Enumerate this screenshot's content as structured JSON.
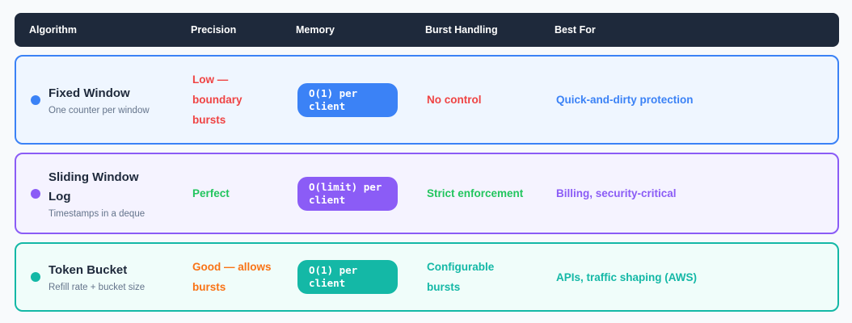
{
  "header": {
    "algorithm": "Algorithm",
    "precision": "Precision",
    "memory": "Memory",
    "burst": "Burst Handling",
    "best_for": "Best For"
  },
  "rows": [
    {
      "name": "Fixed Window",
      "subtitle": "One counter per window",
      "precision": "Low — boundary bursts",
      "memory": "O(1) per client",
      "burst": "No control",
      "best_for": "Quick-and-dirty protection",
      "colors": {
        "accent": "#3b82f6",
        "border": "#3b82f6",
        "background": "#eff6ff",
        "precision": "#ef4444",
        "burst": "#ef4444",
        "best_for": "#3b82f6"
      }
    },
    {
      "name": "Sliding Window Log",
      "subtitle": "Timestamps in a deque",
      "precision": "Perfect",
      "memory": "O(limit) per client",
      "burst": "Strict enforcement",
      "best_for": "Billing, security-critical",
      "colors": {
        "accent": "#8b5cf6",
        "border": "#8b5cf6",
        "background": "#f5f3ff",
        "precision": "#22c55e",
        "burst": "#22c55e",
        "best_for": "#8b5cf6"
      }
    },
    {
      "name": "Token Bucket",
      "subtitle": "Refill rate + bucket size",
      "precision": "Good — allows bursts",
      "memory": "O(1) per client",
      "burst": "Configurable bursts",
      "best_for": "APIs, traffic shaping (AWS)",
      "colors": {
        "accent": "#14b8a6",
        "border": "#14b8a6",
        "background": "#f0fdfa",
        "precision": "#f97316",
        "burst": "#14b8a6",
        "best_for": "#14b8a6"
      }
    }
  ]
}
